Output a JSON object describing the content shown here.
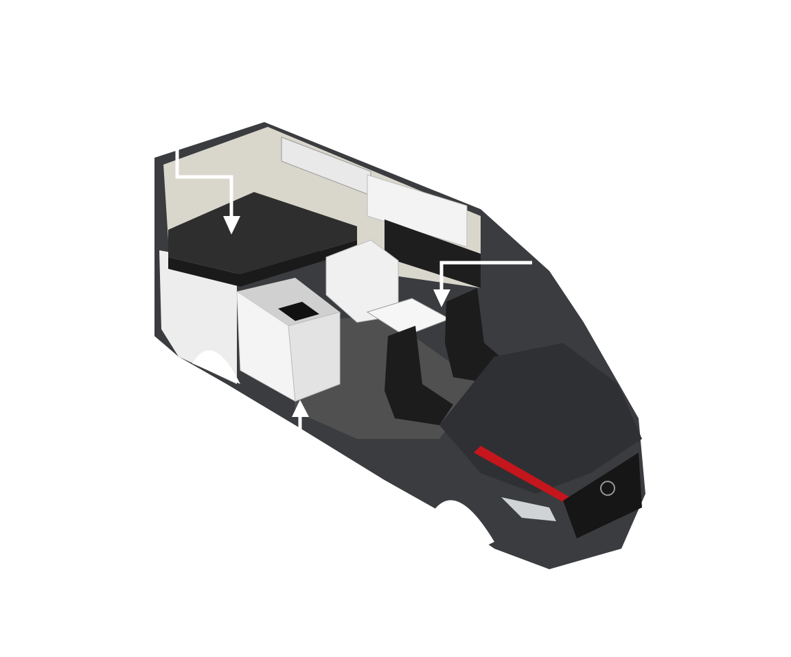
{
  "image": {
    "subject": "camper-van-cutaway",
    "colors": {
      "background": "#ffffff",
      "body": "#3a3c3f",
      "body_dark": "#222325",
      "interior_wall": "#d9d6cc",
      "mattress": "#2e2e2e",
      "cabinet": "#f1f1f1",
      "floor": "#4a4a4a",
      "seat": "#1c1c1c",
      "accent_stripe": "#c4161c",
      "callout_arrow": "#ffffff"
    },
    "callouts": [
      {
        "name": "bed",
        "icon": "arrow-down-icon"
      },
      {
        "name": "dinette-table",
        "icon": "arrow-down-icon"
      },
      {
        "name": "kitchen-fridge",
        "icon": "arrow-up-icon"
      }
    ]
  }
}
